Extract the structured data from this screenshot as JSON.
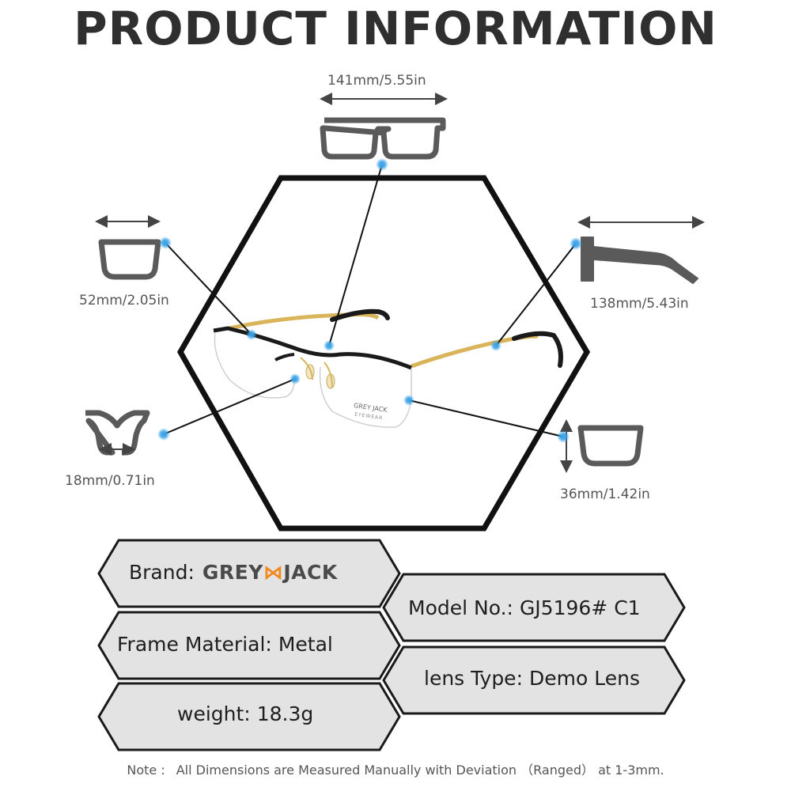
{
  "header": {
    "title": "PRODUCT INFORMATION"
  },
  "dimensions": {
    "frame_width": "141mm/5.55in",
    "lens_width": "52mm/2.05in",
    "temple_length": "138mm/5.43in",
    "bridge_width": "18mm/0.71in",
    "lens_height": "36mm/1.42in"
  },
  "product": {
    "imprint_brand": "GREY JACK",
    "imprint_sub": "EYEWEAR"
  },
  "specs": {
    "brand_label": "Brand:",
    "brand_logo_left": "GREY",
    "brand_logo_right": "JACK",
    "model_label": "Model No.:",
    "model_value": "GJ5196# C1",
    "material_label": "Frame Material:",
    "material_value": "Metal",
    "lens_label": "lens Type:",
    "lens_value": "Demo Lens",
    "weight_label": "weight:",
    "weight_value": "18.3g"
  },
  "note": {
    "label": "Note :",
    "text": "All Dimensions are Measured Manually with Deviation （Ranged） at 1-3mm."
  },
  "colors": {
    "accent_point": "#3aa3e8",
    "banner_fill": "#e3e3e3",
    "frame_icon": "#5a5a5a",
    "gold": "#d9b45a",
    "logo_orange": "#f08a1c"
  }
}
